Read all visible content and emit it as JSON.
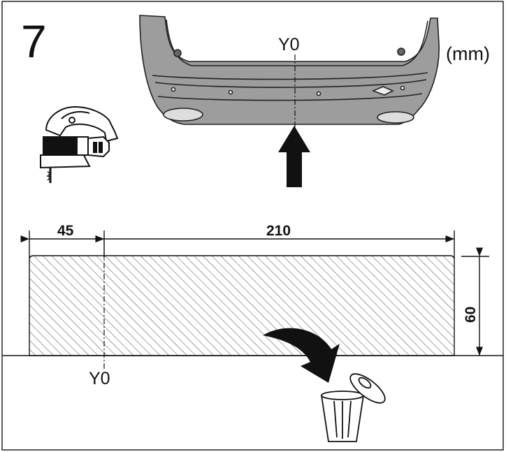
{
  "step": {
    "number": "7"
  },
  "units": {
    "label": "(mm)"
  },
  "reference": {
    "axis_label": "Y0"
  },
  "dimensions": {
    "left_offset": "45",
    "cut_width": "210",
    "cut_height": "60"
  },
  "icons": {
    "tool": "jigsaw-icon",
    "bumper": "rear-bumper-icon",
    "push_arrow": "up-arrow-icon",
    "discard_arrow": "curved-arrow-icon",
    "bin": "trash-bin-icon"
  },
  "colors": {
    "line": "#111111",
    "bumper_fill": "#9d9d9d",
    "hatch": "#555555",
    "background": "#ffffff"
  }
}
